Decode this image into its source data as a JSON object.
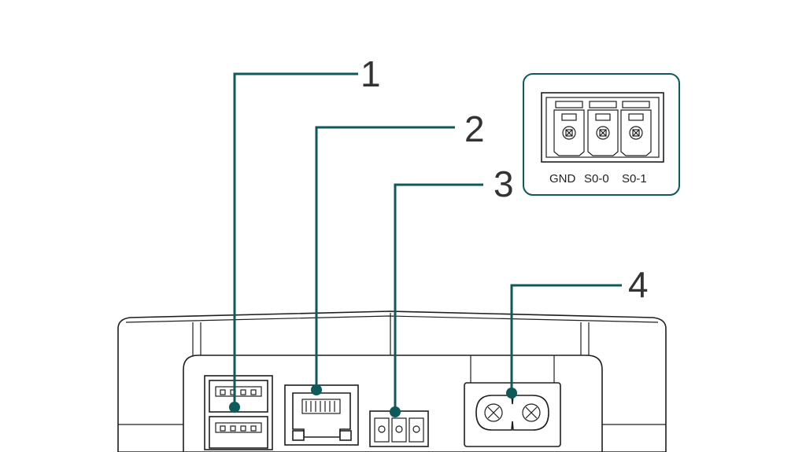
{
  "callouts": [
    {
      "number": "1",
      "target": "usb-ports"
    },
    {
      "number": "2",
      "target": "ethernet-port"
    },
    {
      "number": "3",
      "target": "s0-terminal"
    },
    {
      "number": "4",
      "target": "power-inlet"
    }
  ],
  "inset": {
    "pin_labels": [
      "GND",
      "S0-0",
      "S0-1"
    ]
  },
  "colors": {
    "accent": "#0e5a5a",
    "line": "#1e1e1e",
    "background": "#ffffff"
  }
}
